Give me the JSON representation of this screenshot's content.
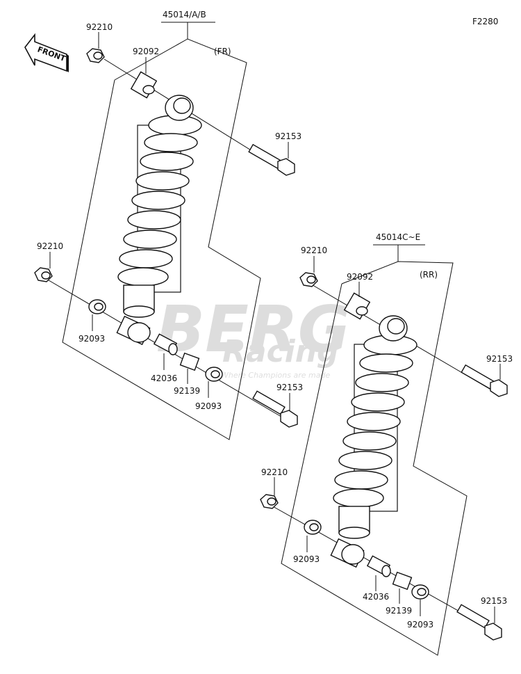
{
  "figure_code": "F2280",
  "front_arrow_text": "FRONT",
  "watermark": {
    "line1": "BERG",
    "line2": "Racing",
    "tagline": "Where Champions are made"
  },
  "front_assembly": {
    "assembly_number": "45014/A/B",
    "position": "(FR)",
    "parts": {
      "nut_top": "92210",
      "collar_top": "92092",
      "bolt_top": "92153",
      "nut_bottom": "92210",
      "washer_left": "92093",
      "bushing": "42036",
      "collar_bottom": "92139",
      "washer_right": "92093",
      "bolt_bottom": "92153"
    }
  },
  "rear_assembly": {
    "assembly_number": "45014C~E",
    "position": "(RR)",
    "parts": {
      "nut_top": "92210",
      "collar_top": "92092",
      "bolt_top": "92153",
      "nut_bottom": "92210",
      "washer_left": "92093",
      "bushing": "42036",
      "collar_bottom": "92139",
      "washer_right": "92093",
      "bolt_bottom": "92153"
    }
  }
}
